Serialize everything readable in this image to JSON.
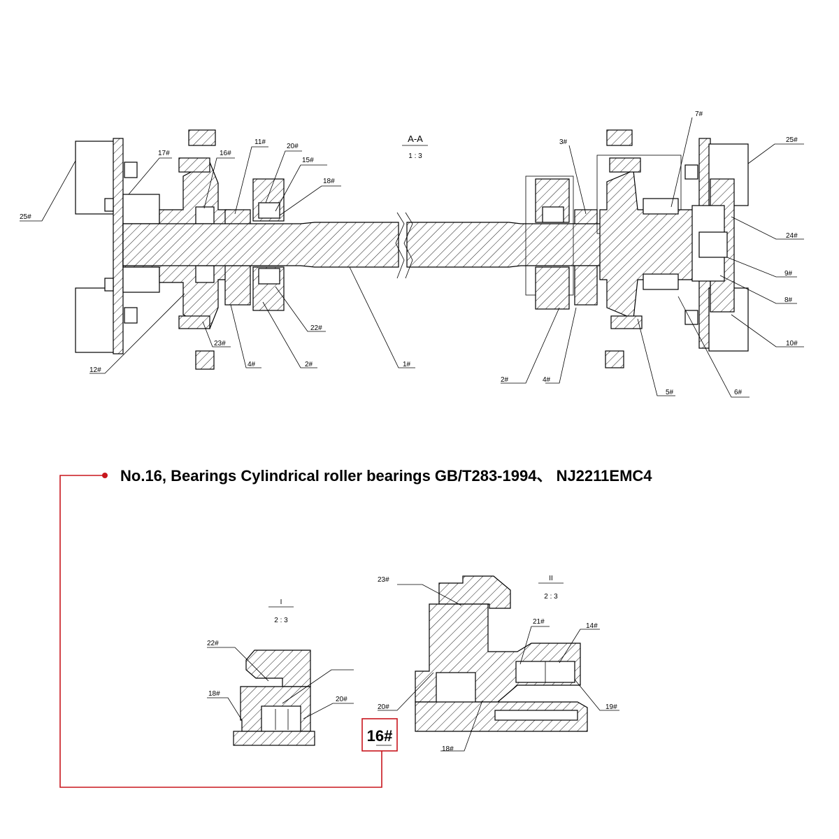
{
  "main_view": {
    "title": "A-A",
    "scale": "1 : 3",
    "labels": {
      "p25_left": "25#",
      "p17": "17#",
      "p16": "16#",
      "p11": "11#",
      "p20": "20#",
      "p15": "15#",
      "p18": "18#",
      "p22": "22#",
      "p23": "23#",
      "p12": "12#",
      "p4_left": "4#",
      "p2_left": "2#",
      "p1": "1#",
      "p3": "3#",
      "p7": "7#",
      "p25_right": "25#",
      "p24": "24#",
      "p9": "9#",
      "p8": "8#",
      "p10": "10#",
      "p6": "6#",
      "p5": "5#",
      "p4_right": "4#",
      "p2_right": "2#"
    }
  },
  "caption": "No.16, Bearings Cylindrical roller bearings GB/T283-1994、 NJ2211EMC4",
  "detail_1": {
    "title": "I",
    "scale": "2 : 3",
    "labels": {
      "p22": "22#",
      "p18": "18#",
      "p20": "20#"
    }
  },
  "detail_2": {
    "title": "II",
    "scale": "2 : 3",
    "labels": {
      "p23": "23#",
      "p21": "21#",
      "p14": "14#",
      "p20": "20#",
      "p19": "19#",
      "p18": "18#"
    }
  },
  "highlight": {
    "label": "16#",
    "color": "#c8161d"
  }
}
